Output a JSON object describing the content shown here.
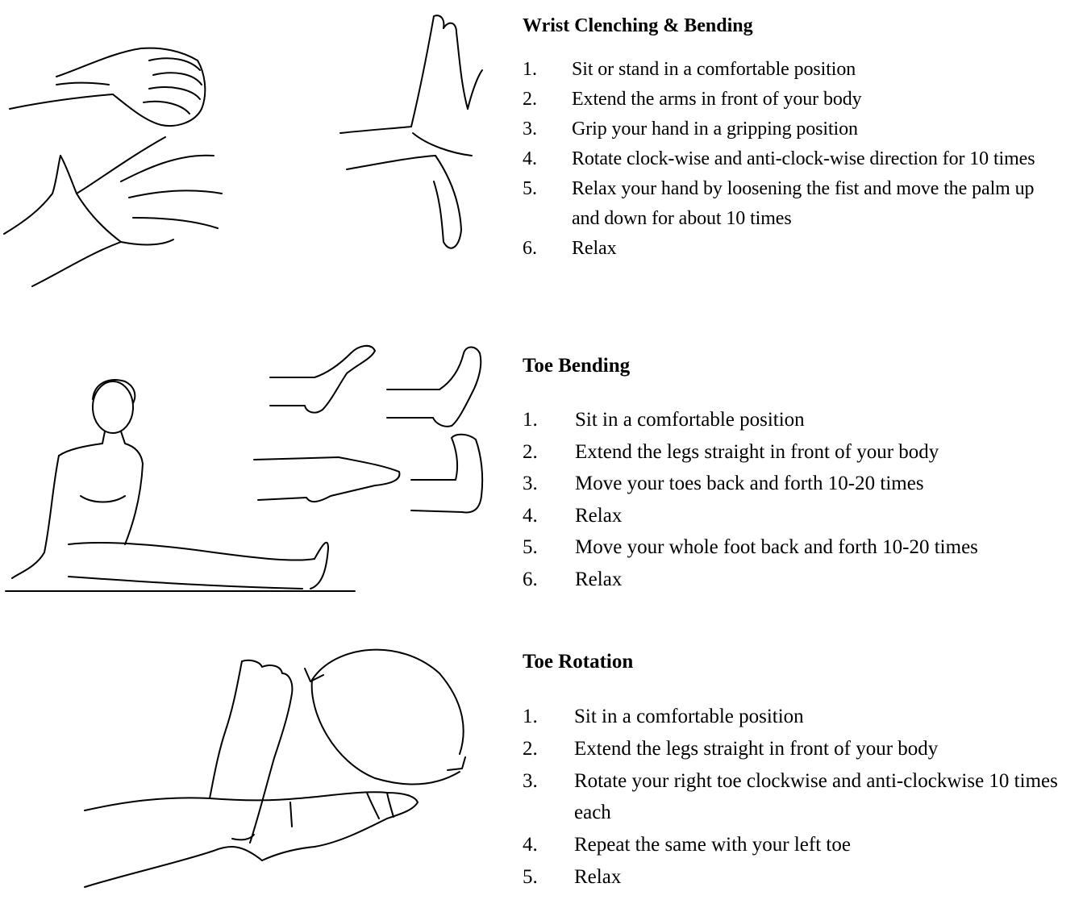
{
  "sections": [
    {
      "title": "Wrist Clenching & Bending",
      "steps": [
        {
          "num": "1.",
          "text": "Sit or stand in a comfortable position"
        },
        {
          "num": "2.",
          "text": "Extend the arms in front of your body"
        },
        {
          "num": "3.",
          "text": "Grip your hand in a gripping position"
        },
        {
          "num": "4.",
          "text": "Rotate clock-wise and anti-clock-wise direction for 10 times"
        },
        {
          "num": "5.",
          "text": "Relax your hand by loosening the fist and move the palm up and down for about 10 times"
        },
        {
          "num": "6.",
          "text": "Relax"
        }
      ]
    },
    {
      "title": "Toe Bending",
      "steps": [
        {
          "num": "1.",
          "text": "Sit in a comfortable position"
        },
        {
          "num": "2.",
          "text": "Extend the legs straight  in front of your body"
        },
        {
          "num": "3.",
          "text": "Move your toes back and forth 10-20 times"
        },
        {
          "num": "4.",
          "text": "Relax"
        },
        {
          "num": "5.",
          "text": "Move your whole foot back and forth 10-20 times"
        },
        {
          "num": "6.",
          "text": "Relax"
        }
      ]
    },
    {
      "title": "Toe Rotation",
      "steps": [
        {
          "num": "1.",
          "text": "Sit in a comfortable position"
        },
        {
          "num": "2.",
          "text": "Extend the legs straight  in front of your body"
        },
        {
          "num": "3.",
          "text": "Rotate your right toe clockwise and anti-clockwise 10 times each"
        },
        {
          "num": "4.",
          "text": "Repeat the same with your left toe"
        },
        {
          "num": "5.",
          "text": "Relax"
        }
      ]
    }
  ]
}
